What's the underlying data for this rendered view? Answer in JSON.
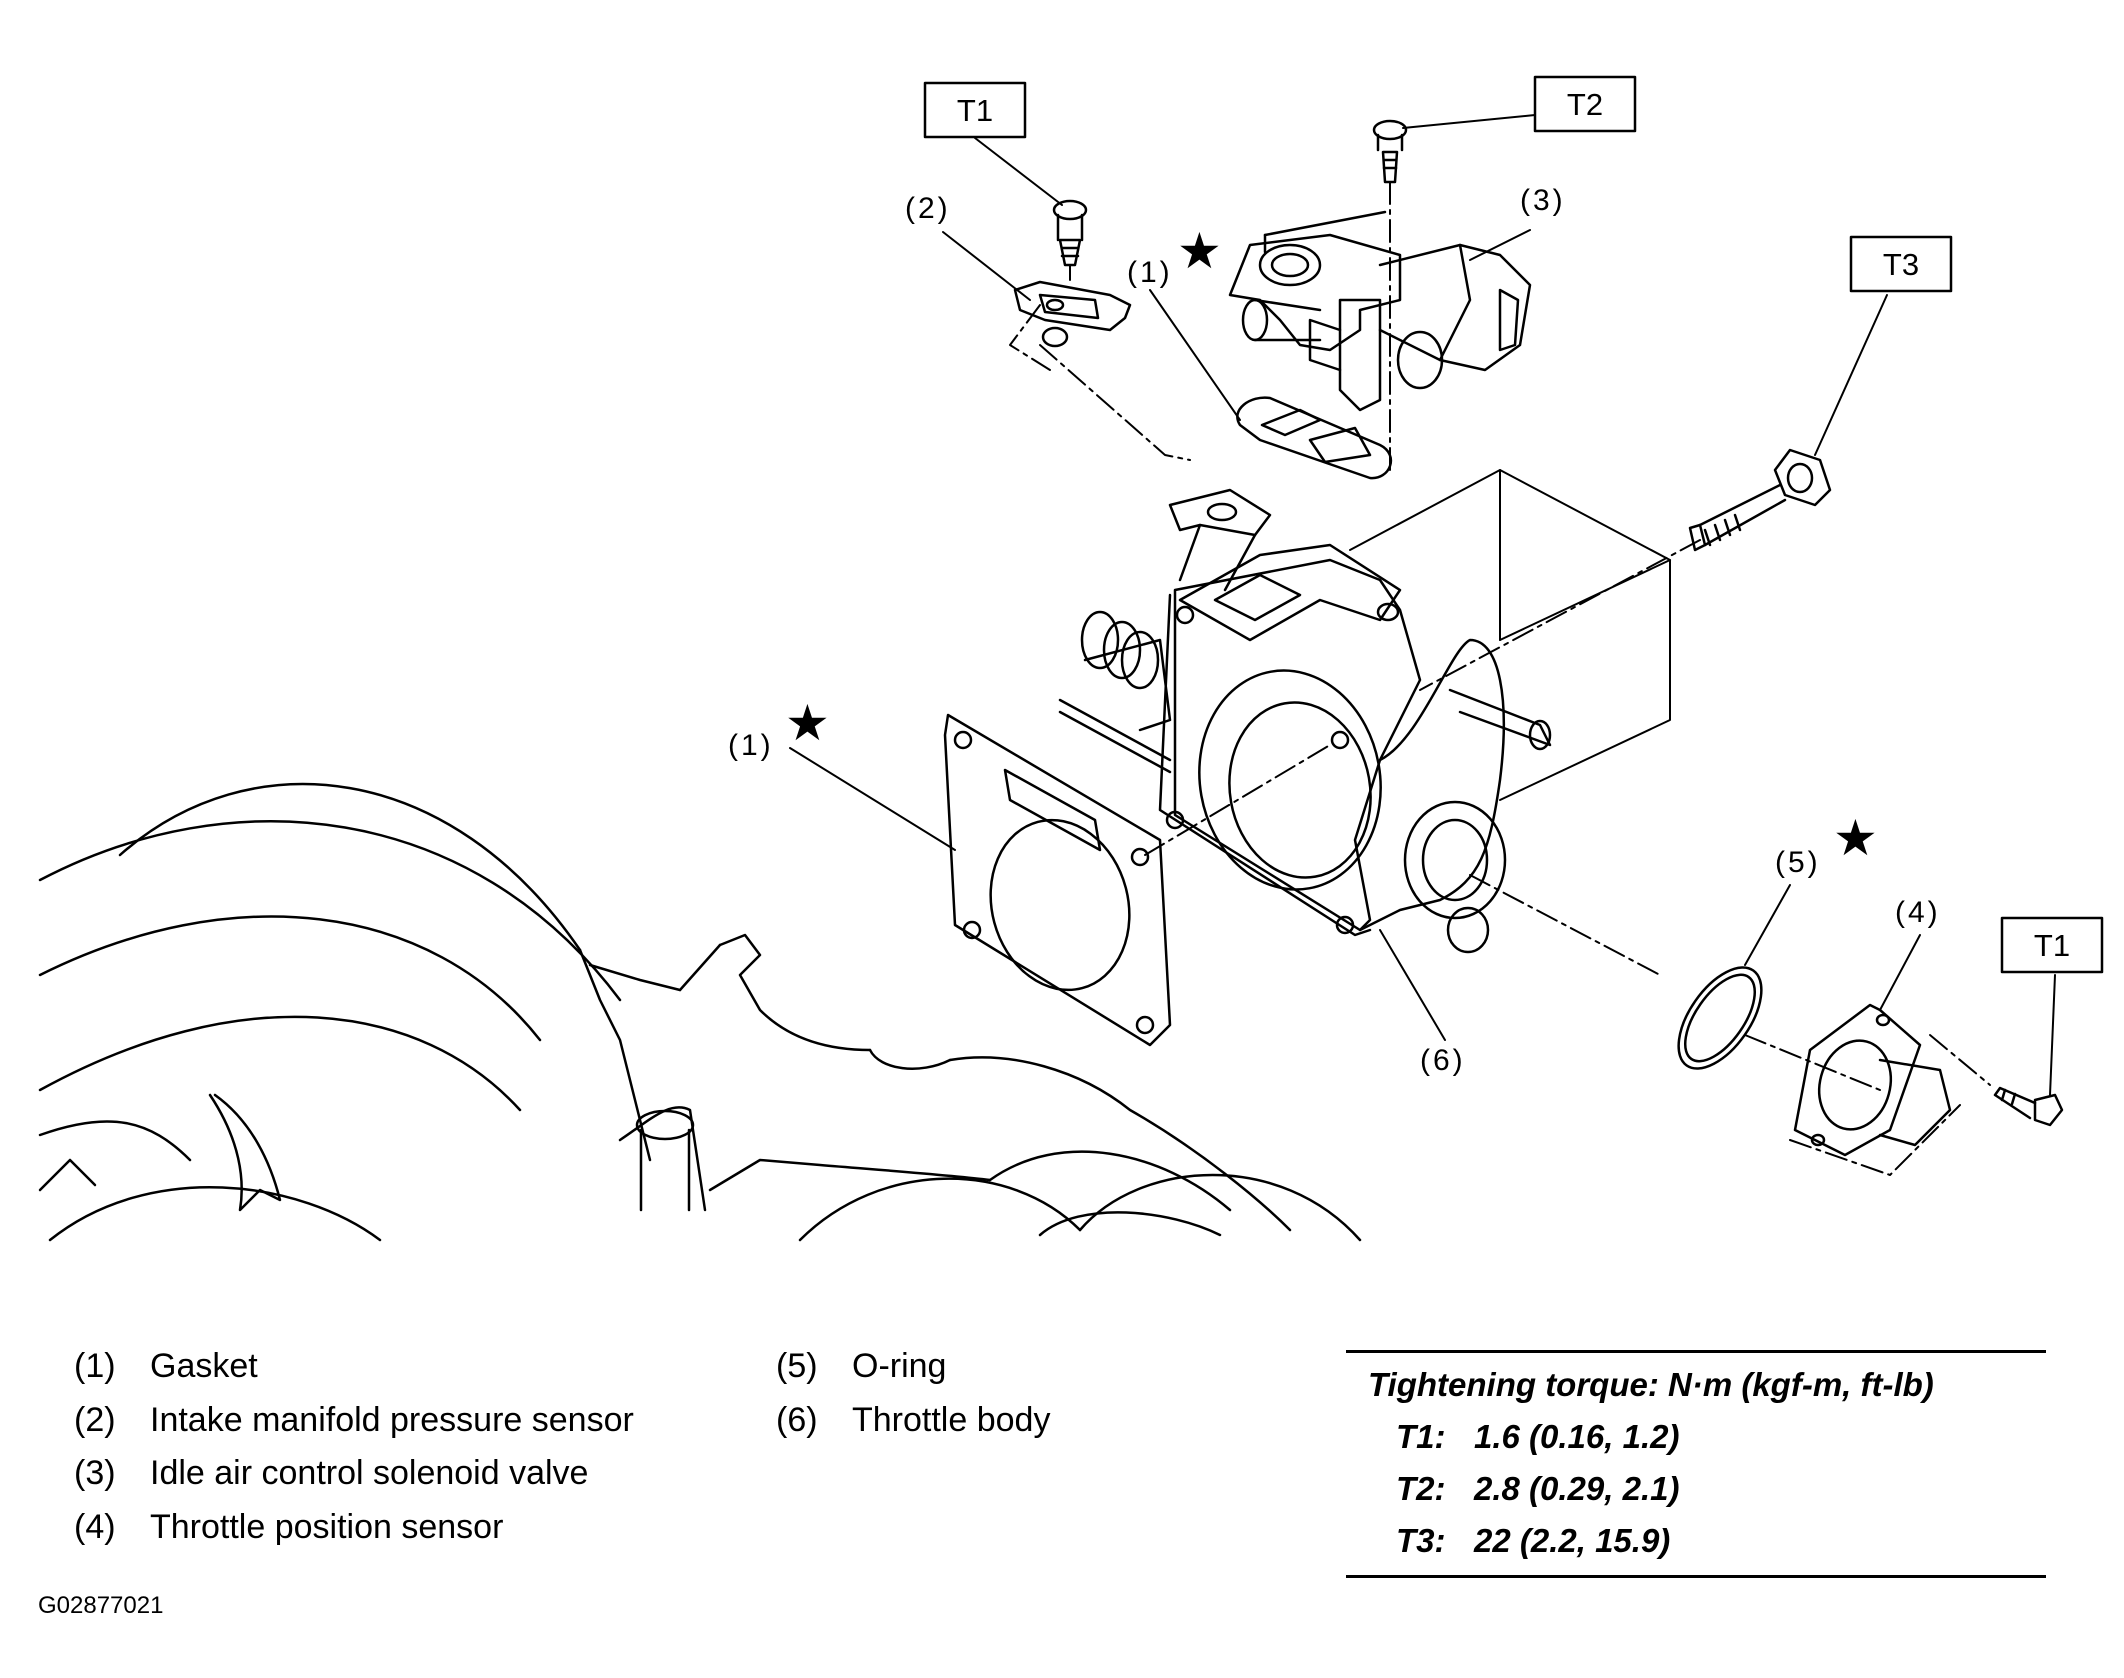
{
  "figure": {
    "code": "G02877021",
    "callouts": [
      {
        "id": "callout-2",
        "label": "(2)"
      },
      {
        "id": "callout-1-top",
        "label": "(1)"
      },
      {
        "id": "callout-3",
        "label": "(3)"
      },
      {
        "id": "callout-1-left",
        "label": "(1)"
      },
      {
        "id": "callout-5",
        "label": "(5)"
      },
      {
        "id": "callout-4",
        "label": "(4)"
      },
      {
        "id": "callout-6",
        "label": "(6)"
      }
    ],
    "torque_tags": [
      "T1",
      "T2",
      "T3",
      "T1"
    ],
    "star_symbol": "★"
  },
  "legend": {
    "left": [
      {
        "num": "(1)",
        "name": "Gasket"
      },
      {
        "num": "(2)",
        "name": "Intake manifold pressure sensor"
      },
      {
        "num": "(3)",
        "name": "Idle air control solenoid valve"
      },
      {
        "num": "(4)",
        "name": "Throttle position sensor"
      }
    ],
    "right": [
      {
        "num": "(5)",
        "name": "O-ring"
      },
      {
        "num": "(6)",
        "name": "Throttle body"
      }
    ]
  },
  "torque_table": {
    "title": "Tightening torque: N·m (kgf-m, ft-lb)",
    "rows": [
      {
        "key": "T1:",
        "value": "1.6 (0.16, 1.2)"
      },
      {
        "key": "T2:",
        "value": "2.8 (0.29, 2.1)"
      },
      {
        "key": "T3:",
        "value": "22 (2.2, 15.9)"
      }
    ]
  }
}
